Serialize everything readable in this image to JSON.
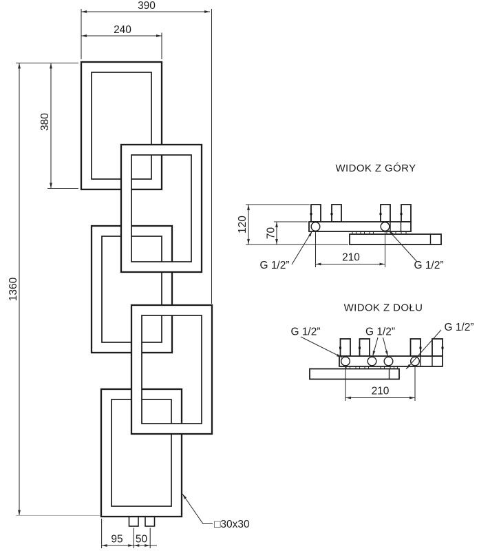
{
  "drawing": {
    "front_view": {
      "total_width": "390",
      "link_width": "240",
      "link_height": "380",
      "total_height": "1360",
      "bottom_offset_left": "95",
      "bottom_offset_spacing": "50",
      "profile_label": "□30x30"
    },
    "top_view": {
      "title": "WIDOK Z GÓRY",
      "depth": "120",
      "inner_depth": "70",
      "connection_spacing": "210",
      "connection_left": "G 1/2”",
      "connection_right": "G 1/2”"
    },
    "bottom_view": {
      "title": "WIDOK Z DOŁU",
      "connection_spacing": "210",
      "connection_left": "G 1/2”",
      "connection_center": "G 1/2”",
      "connection_right": "G 1/2”"
    },
    "colors": {
      "line": "#1c1c1c",
      "dimension": "#2b2b2b",
      "extension_gray": "#b3b3b3",
      "background": "#ffffff"
    }
  }
}
